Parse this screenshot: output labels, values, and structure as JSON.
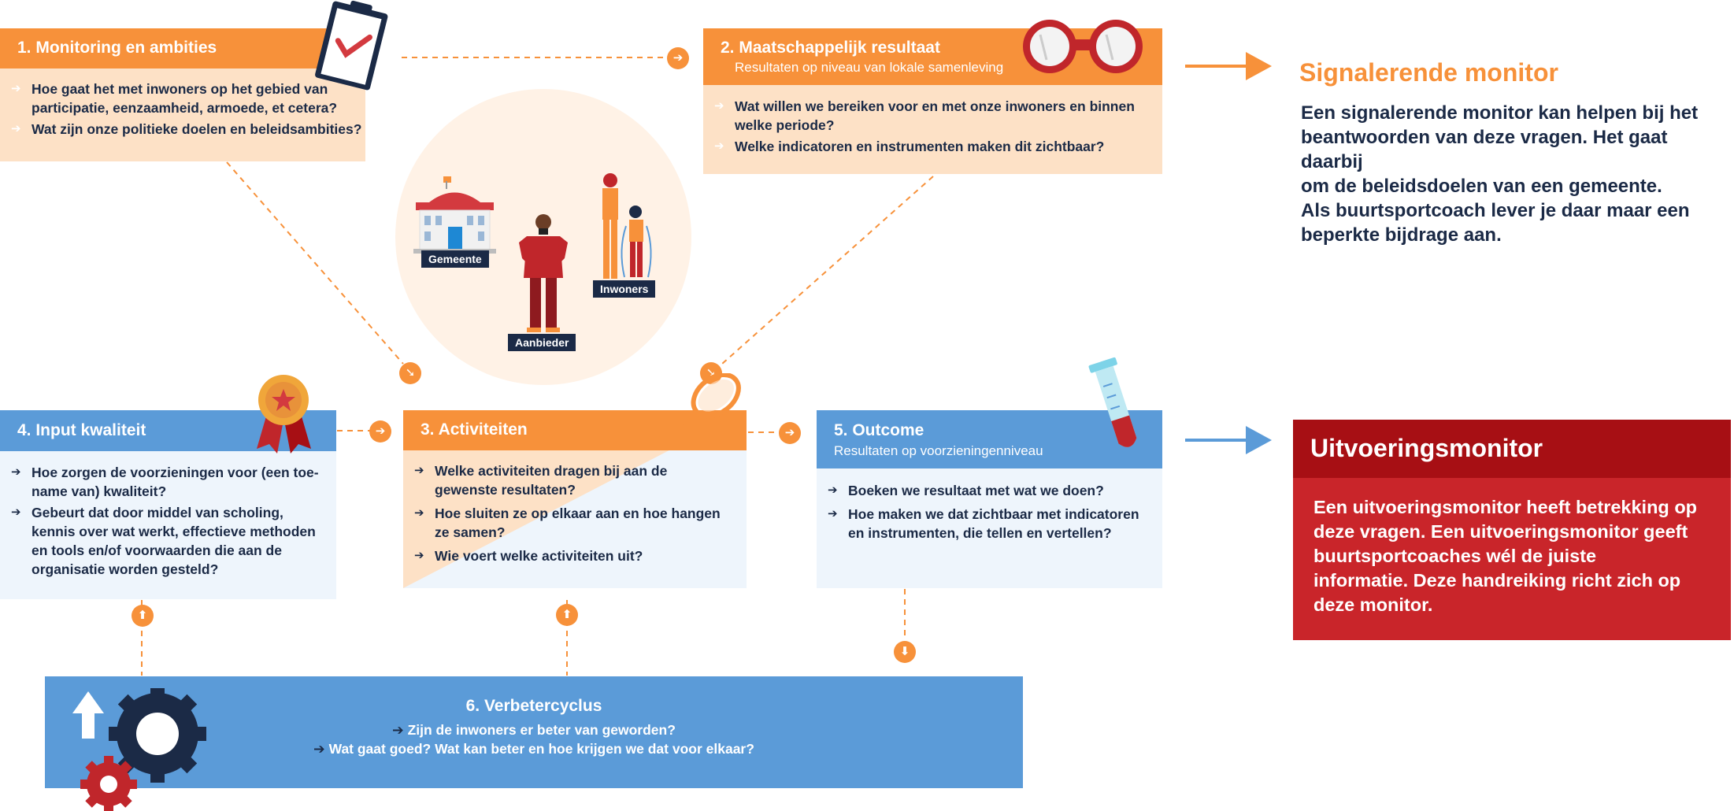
{
  "box1": {
    "title": "1. Monitoring en ambities",
    "items": [
      "Hoe gaat het met inwoners op het gebied van participatie, eenzaamheid, armoede, et cetera?",
      "Wat zijn onze politieke doelen en beleidsambities?"
    ]
  },
  "box2": {
    "title": "2. Maatschappelijk resultaat",
    "subtitle": "Resultaten op niveau van lokale samenleving",
    "items": [
      "Wat willen we bereiken voor en met onze inwoners en binnen welke periode?",
      "Welke indicatoren en instrumenten maken dit zichtbaar?"
    ]
  },
  "box3": {
    "title": "3. Activiteiten",
    "items": [
      "Welke activiteiten dragen bij aan de gewenste resultaten?",
      "Hoe sluiten ze op elkaar aan en hoe hangen ze samen?",
      "Wie voert welke activiteiten uit?"
    ]
  },
  "box4": {
    "title": "4. Input kwaliteit",
    "items": [
      "Hoe zorgen de voorzieningen voor (een toe-name van) kwaliteit?",
      "Gebeurt dat door middel van scholing, kennis over wat werkt, effectieve methoden en tools en/of voorwaarden die aan de organisatie worden gesteld?"
    ]
  },
  "box5": {
    "title": "5. Outcome",
    "subtitle": "Resultaten op voorzieningenniveau",
    "items": [
      "Boeken we resultaat met wat we doen?",
      "Hoe maken we dat zichtbaar met indicatoren en instrumenten, die tellen en vertellen?"
    ]
  },
  "box6": {
    "title": "6. Verbetercyclus",
    "items": [
      "Zijn de inwoners er beter van geworden?",
      "Wat gaat goed? Wat kan beter en hoe krijgen we dat voor elkaar?"
    ]
  },
  "circle": {
    "gemeente": "Gemeente",
    "aanbieder": "Aanbieder",
    "inwoners": "Inwoners"
  },
  "signal": {
    "title": "Signalerende monitor",
    "lines": [
      "Een signalerende monitor kan helpen bij het",
      "beantwoorden van deze vragen. Het gaat daarbij",
      "om de beleidsdoelen van een gemeente.",
      "Als buurtsportcoach lever je daar maar een",
      "beperkte bijdrage aan."
    ]
  },
  "uitvoering": {
    "title": "Uitvoeringsmonitor",
    "lines": [
      "Een uitvoeringsmonitor heeft betrekking op",
      "deze vragen. Een uitvoeringsmonitor geeft",
      "buurtsportcoaches wél de juiste",
      "informatie. Deze handreiking richt zich op",
      "deze monitor."
    ]
  },
  "colors": {
    "orange": "#f7913a",
    "orange_light": "#fde1c6",
    "blue": "#5b9bd8",
    "blue_light": "#eef5fc",
    "navy": "#1b2a46",
    "red_dark": "#a70f14",
    "red": "#c9252a",
    "signal_orange": "#f7913a"
  },
  "icons": {
    "clipboard": "clipboard-check-icon",
    "binoculars": "binoculars-icon",
    "medal": "medal-icon",
    "racket": "tennis-racket-icon",
    "tube": "test-tube-icon",
    "gears": "gears-icon"
  }
}
